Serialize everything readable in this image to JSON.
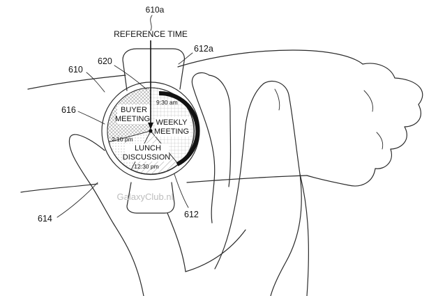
{
  "figure": {
    "reference_label": "REFERENCE TIME",
    "callouts": {
      "c610a": "610a",
      "c612a": "612a",
      "c610": "610",
      "c620": "620",
      "c616": "616",
      "c614": "614",
      "c612": "612"
    },
    "face": {
      "buyer_meeting": [
        "BUYER",
        "MEETING"
      ],
      "weekly_meeting": [
        "WEEKLY",
        "MEETING"
      ],
      "lunch_discussion": [
        "LUNCH",
        "DISCUSSION"
      ],
      "time_930": "9:30 am",
      "time_210": "2:10 pm",
      "time_1230": "12:30 pm"
    },
    "watermark": "GalaxyClub.nl"
  }
}
